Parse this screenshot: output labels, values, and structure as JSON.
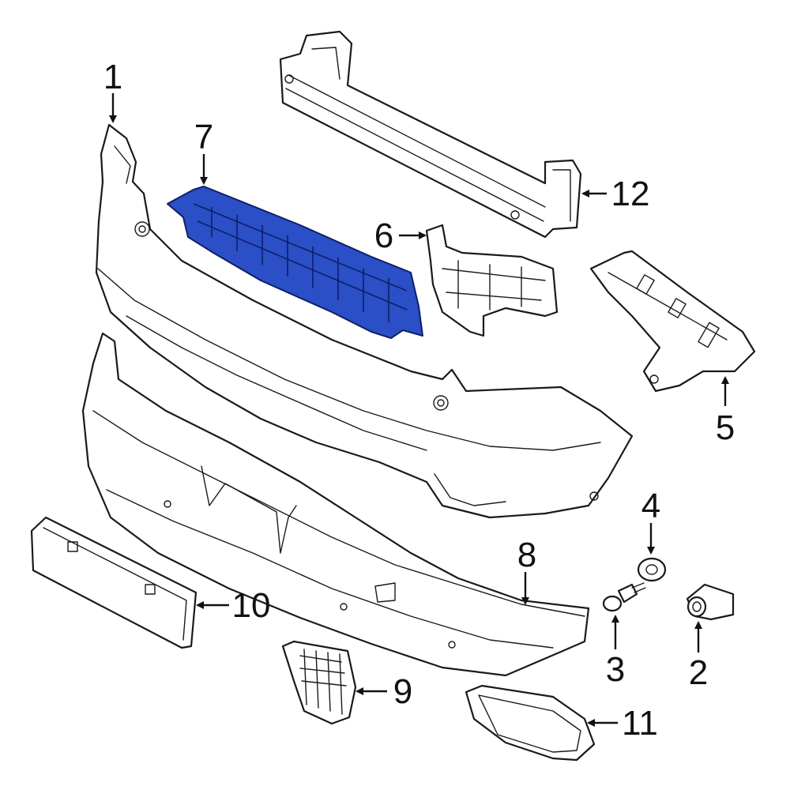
{
  "diagram": {
    "highlight_color": "#2a4fc6",
    "callouts": [
      "1",
      "2",
      "3",
      "4",
      "5",
      "6",
      "7",
      "8",
      "9",
      "10",
      "11",
      "12"
    ]
  }
}
